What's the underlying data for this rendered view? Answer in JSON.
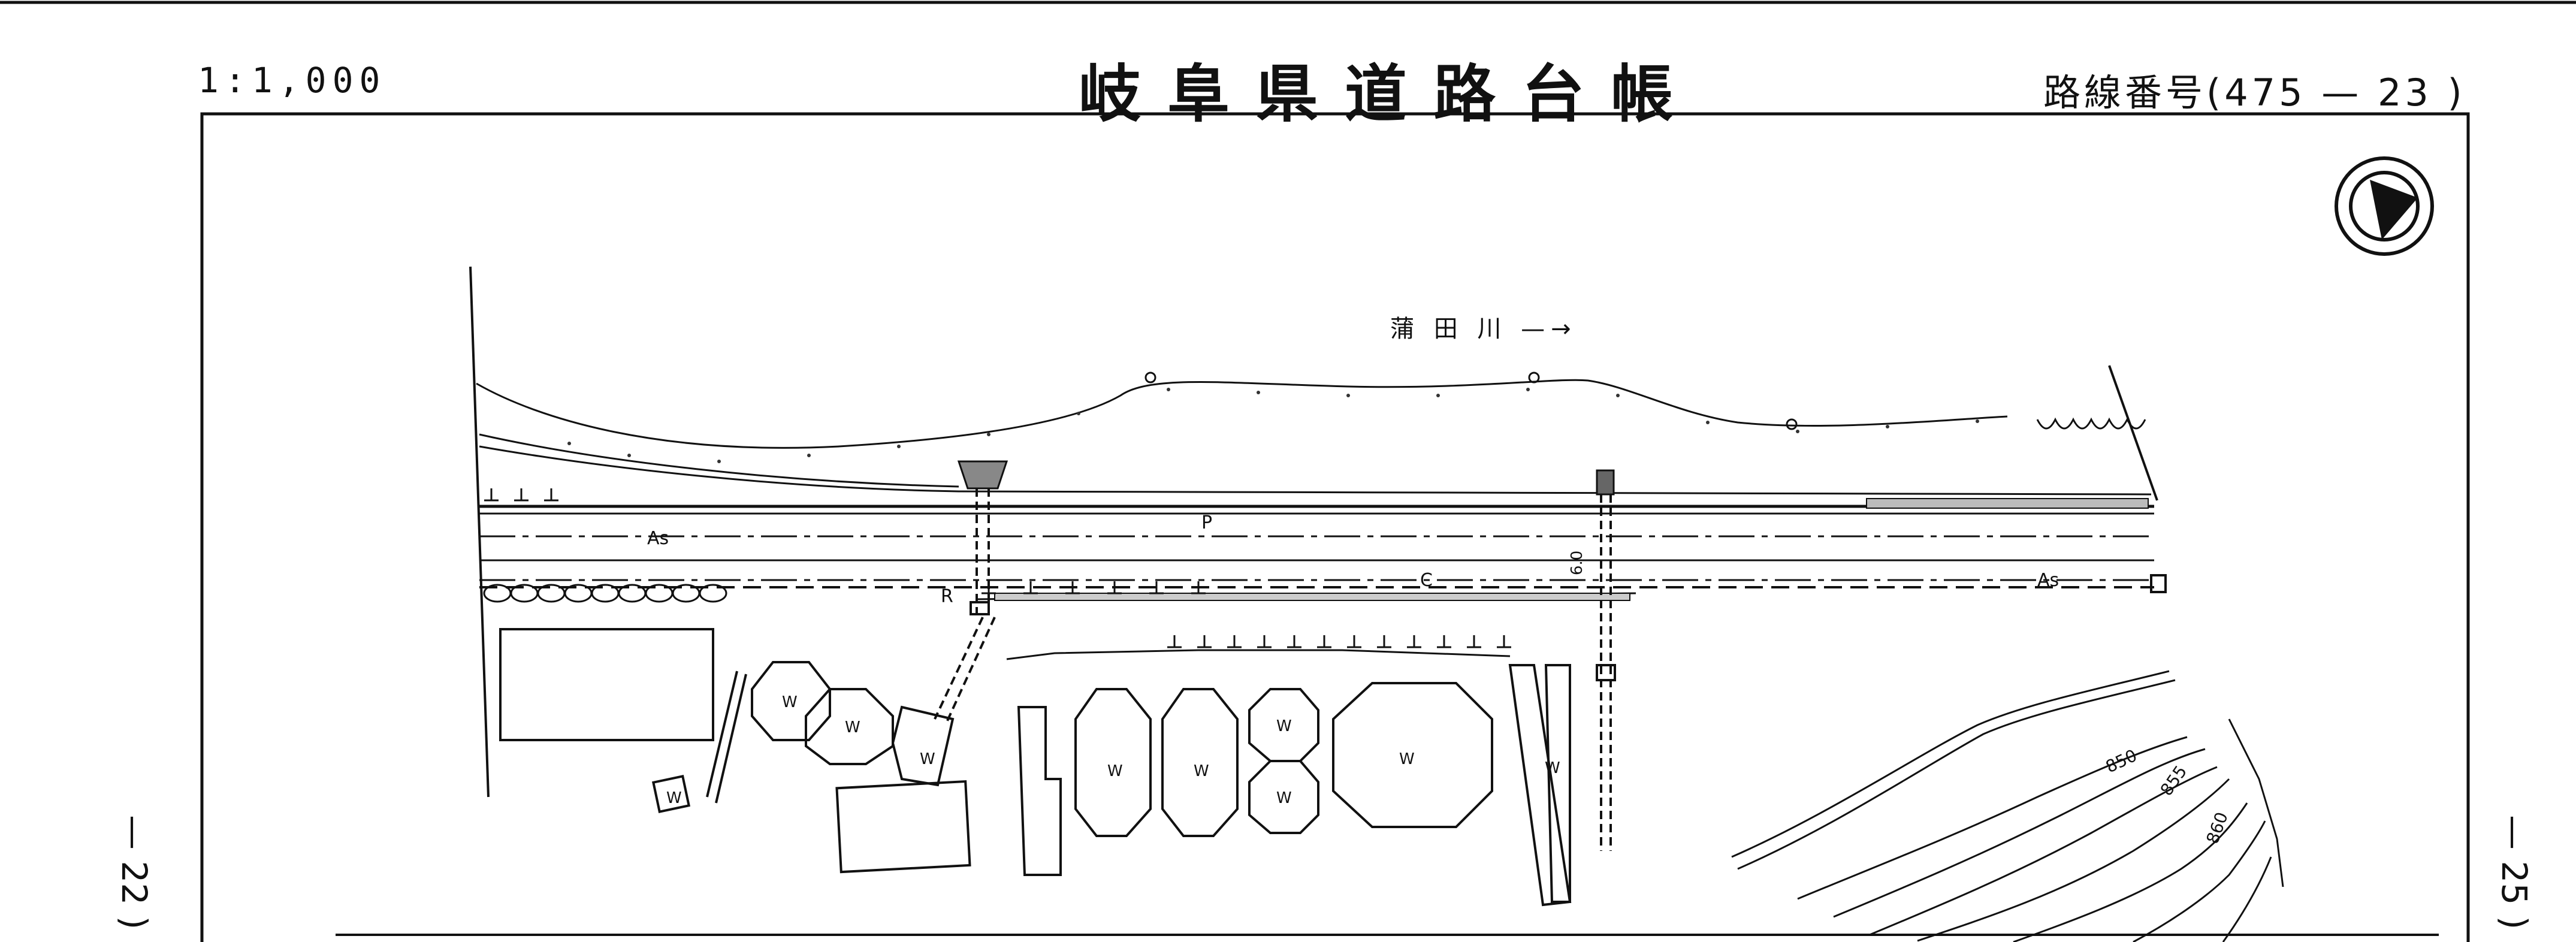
{
  "header": {
    "scale": "1:1,000",
    "title": "岐阜県道路台帳",
    "route_number": "路線番号(475 — 23 )"
  },
  "side_labels": {
    "prev_sheet": "— 22 )",
    "next_sheet": "— 25 )"
  },
  "map": {
    "river_label": "蒲 田 川 —→",
    "road_labels": {
      "as_left": "As",
      "as_right": "As",
      "p": "P",
      "c": "C",
      "r": "R",
      "width": "6.0"
    },
    "contour_labels": [
      "850",
      "855",
      "860"
    ],
    "building_label": "W",
    "north_arrow": "north-arrow-icon"
  }
}
